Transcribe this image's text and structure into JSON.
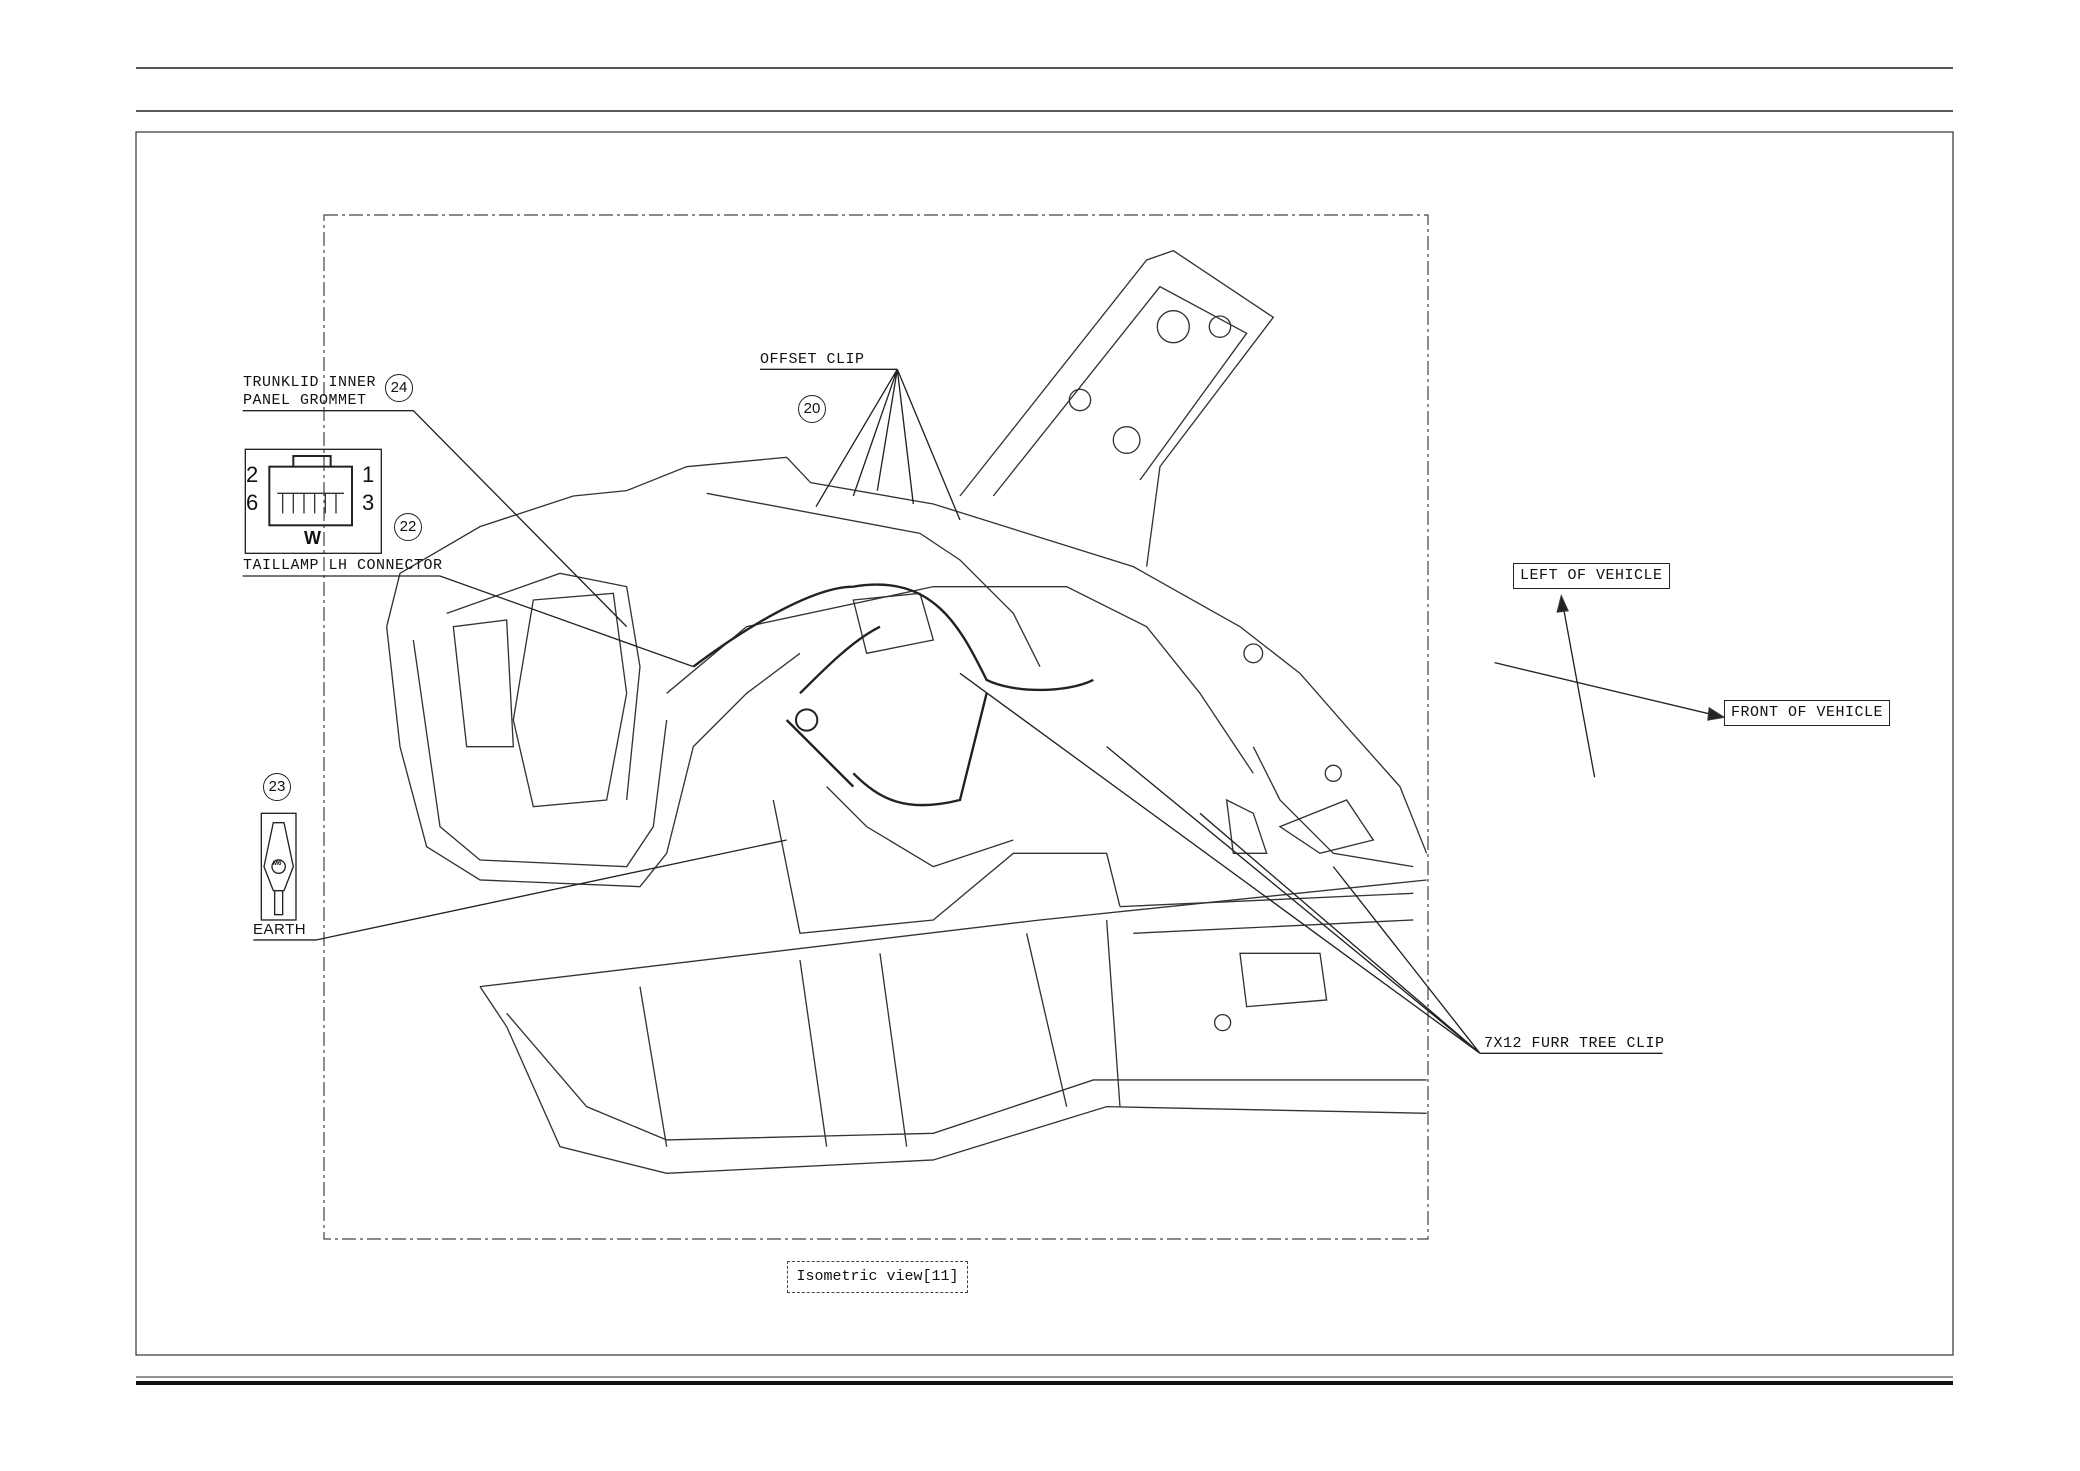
{
  "labels": {
    "trunklid_line1": "TRUNKLID INNER",
    "trunklid_line2": "PANEL GROMMET",
    "trunklid_num": "24",
    "offset_clip": "OFFSET CLIP",
    "offset_clip_num": "20",
    "taillamp_connector": "TAILLAMP LH CONNECTOR",
    "taillamp_num": "22",
    "earth": "EARTH",
    "earth_num": "23",
    "earth_bolt": "M6",
    "furr_tree_clip": "7X12 FURR TREE CLIP",
    "left_of_vehicle": "LEFT OF VEHICLE",
    "front_of_vehicle": "FRONT OF VEHICLE",
    "view_caption": "Isometric view[11]"
  },
  "connector": {
    "pins": [
      "2",
      "1",
      "6",
      "3"
    ],
    "color_code": "W"
  }
}
